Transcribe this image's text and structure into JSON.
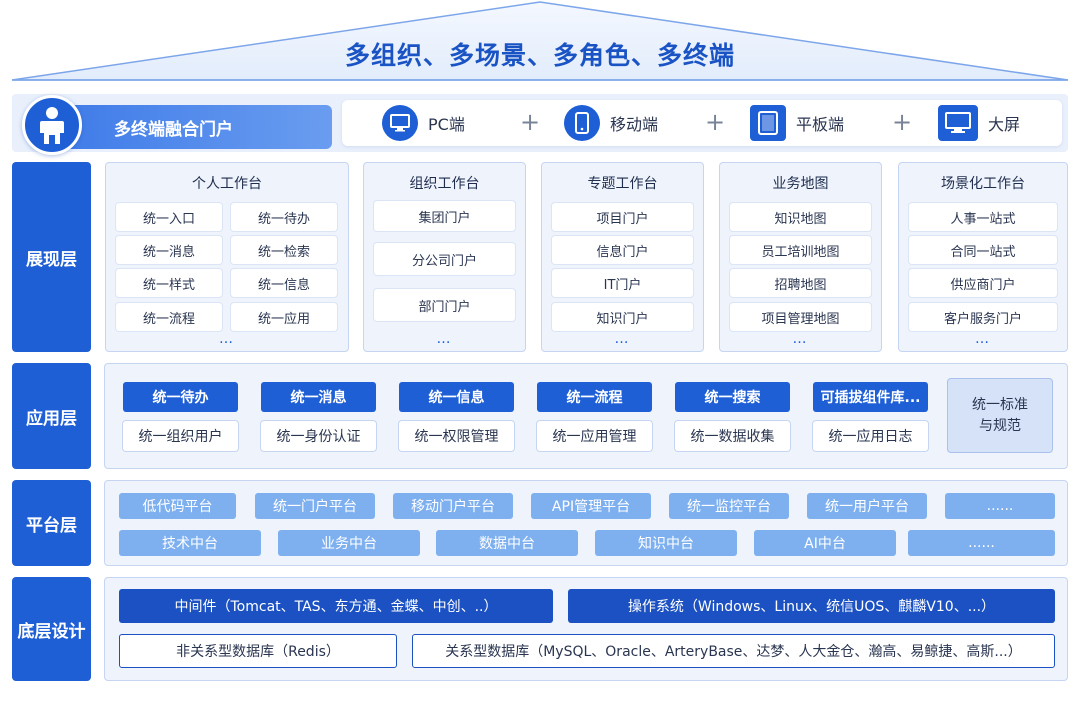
{
  "header": {
    "title": "多组织、多场景、多角色、多终端"
  },
  "portal": {
    "label": "多终端融合门户",
    "terminals": [
      {
        "label": "PC端",
        "icon": "monitor-icon"
      },
      {
        "label": "移动端",
        "icon": "phone-icon"
      },
      {
        "label": "平板端",
        "icon": "tablet-icon"
      },
      {
        "label": "大屏",
        "icon": "big-screen-icon"
      }
    ],
    "separator": "+"
  },
  "presentation": {
    "label": "展现层",
    "panels": [
      {
        "title": "个人工作台",
        "items": [
          "统一入口",
          "统一待办",
          "统一消息",
          "统一检索",
          "统一样式",
          "统一信息",
          "统一流程",
          "统一应用"
        ],
        "more": "…"
      },
      {
        "title": "组织工作台",
        "items": [
          "集团门户",
          "分公司门户",
          "部门门户"
        ],
        "more": "…"
      },
      {
        "title": "专题工作台",
        "items": [
          "项目门户",
          "信息门户",
          "IT门户",
          "知识门户"
        ],
        "more": "…"
      },
      {
        "title": "业务地图",
        "items": [
          "知识地图",
          "员工培训地图",
          "招聘地图",
          "项目管理地图"
        ],
        "more": "…"
      },
      {
        "title": "场景化工作台",
        "items": [
          "人事一站式",
          "合同一站式",
          "供应商门户",
          "客户服务门户"
        ],
        "more": "…"
      }
    ]
  },
  "application": {
    "label": "应用层",
    "top_row": [
      "统一待办",
      "统一消息",
      "统一信息",
      "统一流程",
      "统一搜索",
      "可插拔组件库..."
    ],
    "bottom_row": [
      "统一组织用户",
      "统一身份认证",
      "统一权限管理",
      "统一应用管理",
      "统一数据收集",
      "统一应用日志"
    ],
    "standard_line1": "统一标准",
    "standard_line2": "与规范"
  },
  "platform": {
    "label": "平台层",
    "row1": [
      "低代码平台",
      "统一门户平台",
      "移动门户平台",
      "API管理平台",
      "统一监控平台",
      "统一用户平台",
      "......"
    ],
    "row2": [
      "技术中台",
      "业务中台",
      "数据中台",
      "知识中台",
      "AI中台",
      "......"
    ]
  },
  "base": {
    "label": "底层设计",
    "middleware": "中间件（Tomcat、TAS、东方通、金蝶、中创、..）",
    "os": "操作系统（Windows、Linux、统信UOS、麒麟V10、...）",
    "nosql": "非关系型数据库（Redis）",
    "rdb": "关系型数据库（MySQL、Oracle、ArteryBase、达梦、人大金仓、瀚高、易鲸捷、高斯...）"
  },
  "colors": {
    "primary": "#1f5fd6",
    "light_panel": "#eef3fc",
    "platform_chip": "#7eb0f0"
  }
}
